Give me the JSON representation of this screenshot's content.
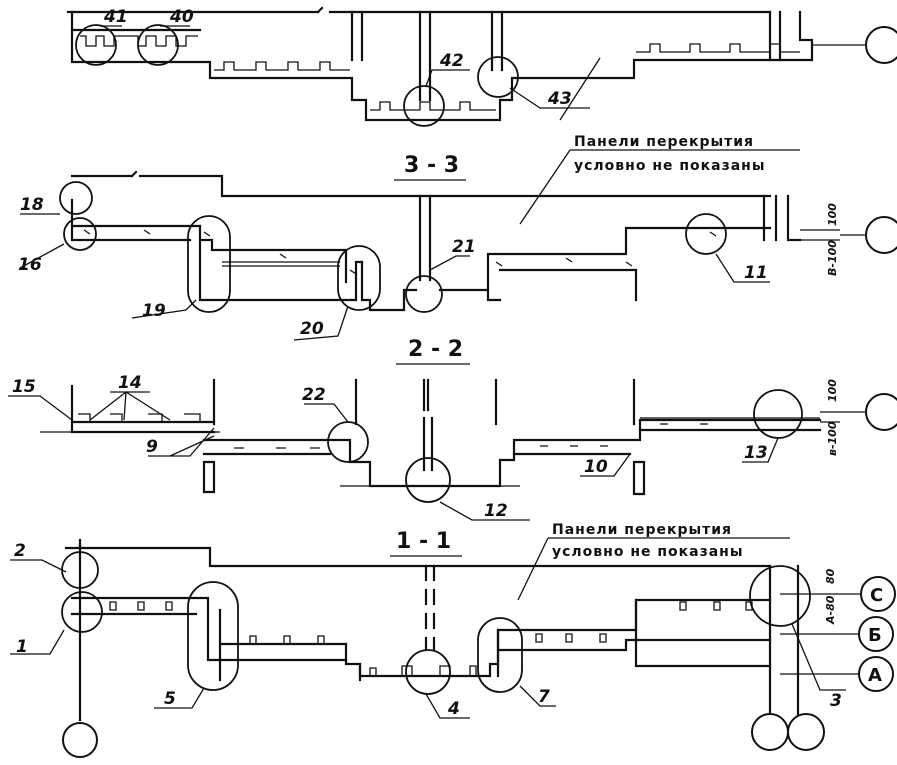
{
  "sections": {
    "s33": "3 - 3",
    "s22": "2 - 2",
    "s11": "1 - 1"
  },
  "notes": {
    "top_line1": "Панели перекрытия",
    "top_line2": "условно не показаны",
    "bottom_line1": "Панели перекрытия",
    "bottom_line2": "условно не показаны"
  },
  "callouts": {
    "c1": "1",
    "c2": "2",
    "c3": "3",
    "c4": "4",
    "c5": "5",
    "c7": "7",
    "c9": "9",
    "c10": "10",
    "c11": "11",
    "c12": "12",
    "c13": "13",
    "c14": "14",
    "c15": "15",
    "c16": "16",
    "c18": "18",
    "c19": "19",
    "c20": "20",
    "c21": "21",
    "c22": "22",
    "c40": "40",
    "c41": "41",
    "c42": "42",
    "c43": "43"
  },
  "axes": {
    "c": "С",
    "b": "Б",
    "a": "А"
  },
  "dimensions": {
    "d100_33_top": "100",
    "d100_33_side": "В-100",
    "d100_22_top": "100",
    "d100_22_side": "в-100",
    "d80_top": "80",
    "d80_side": "А-80"
  }
}
